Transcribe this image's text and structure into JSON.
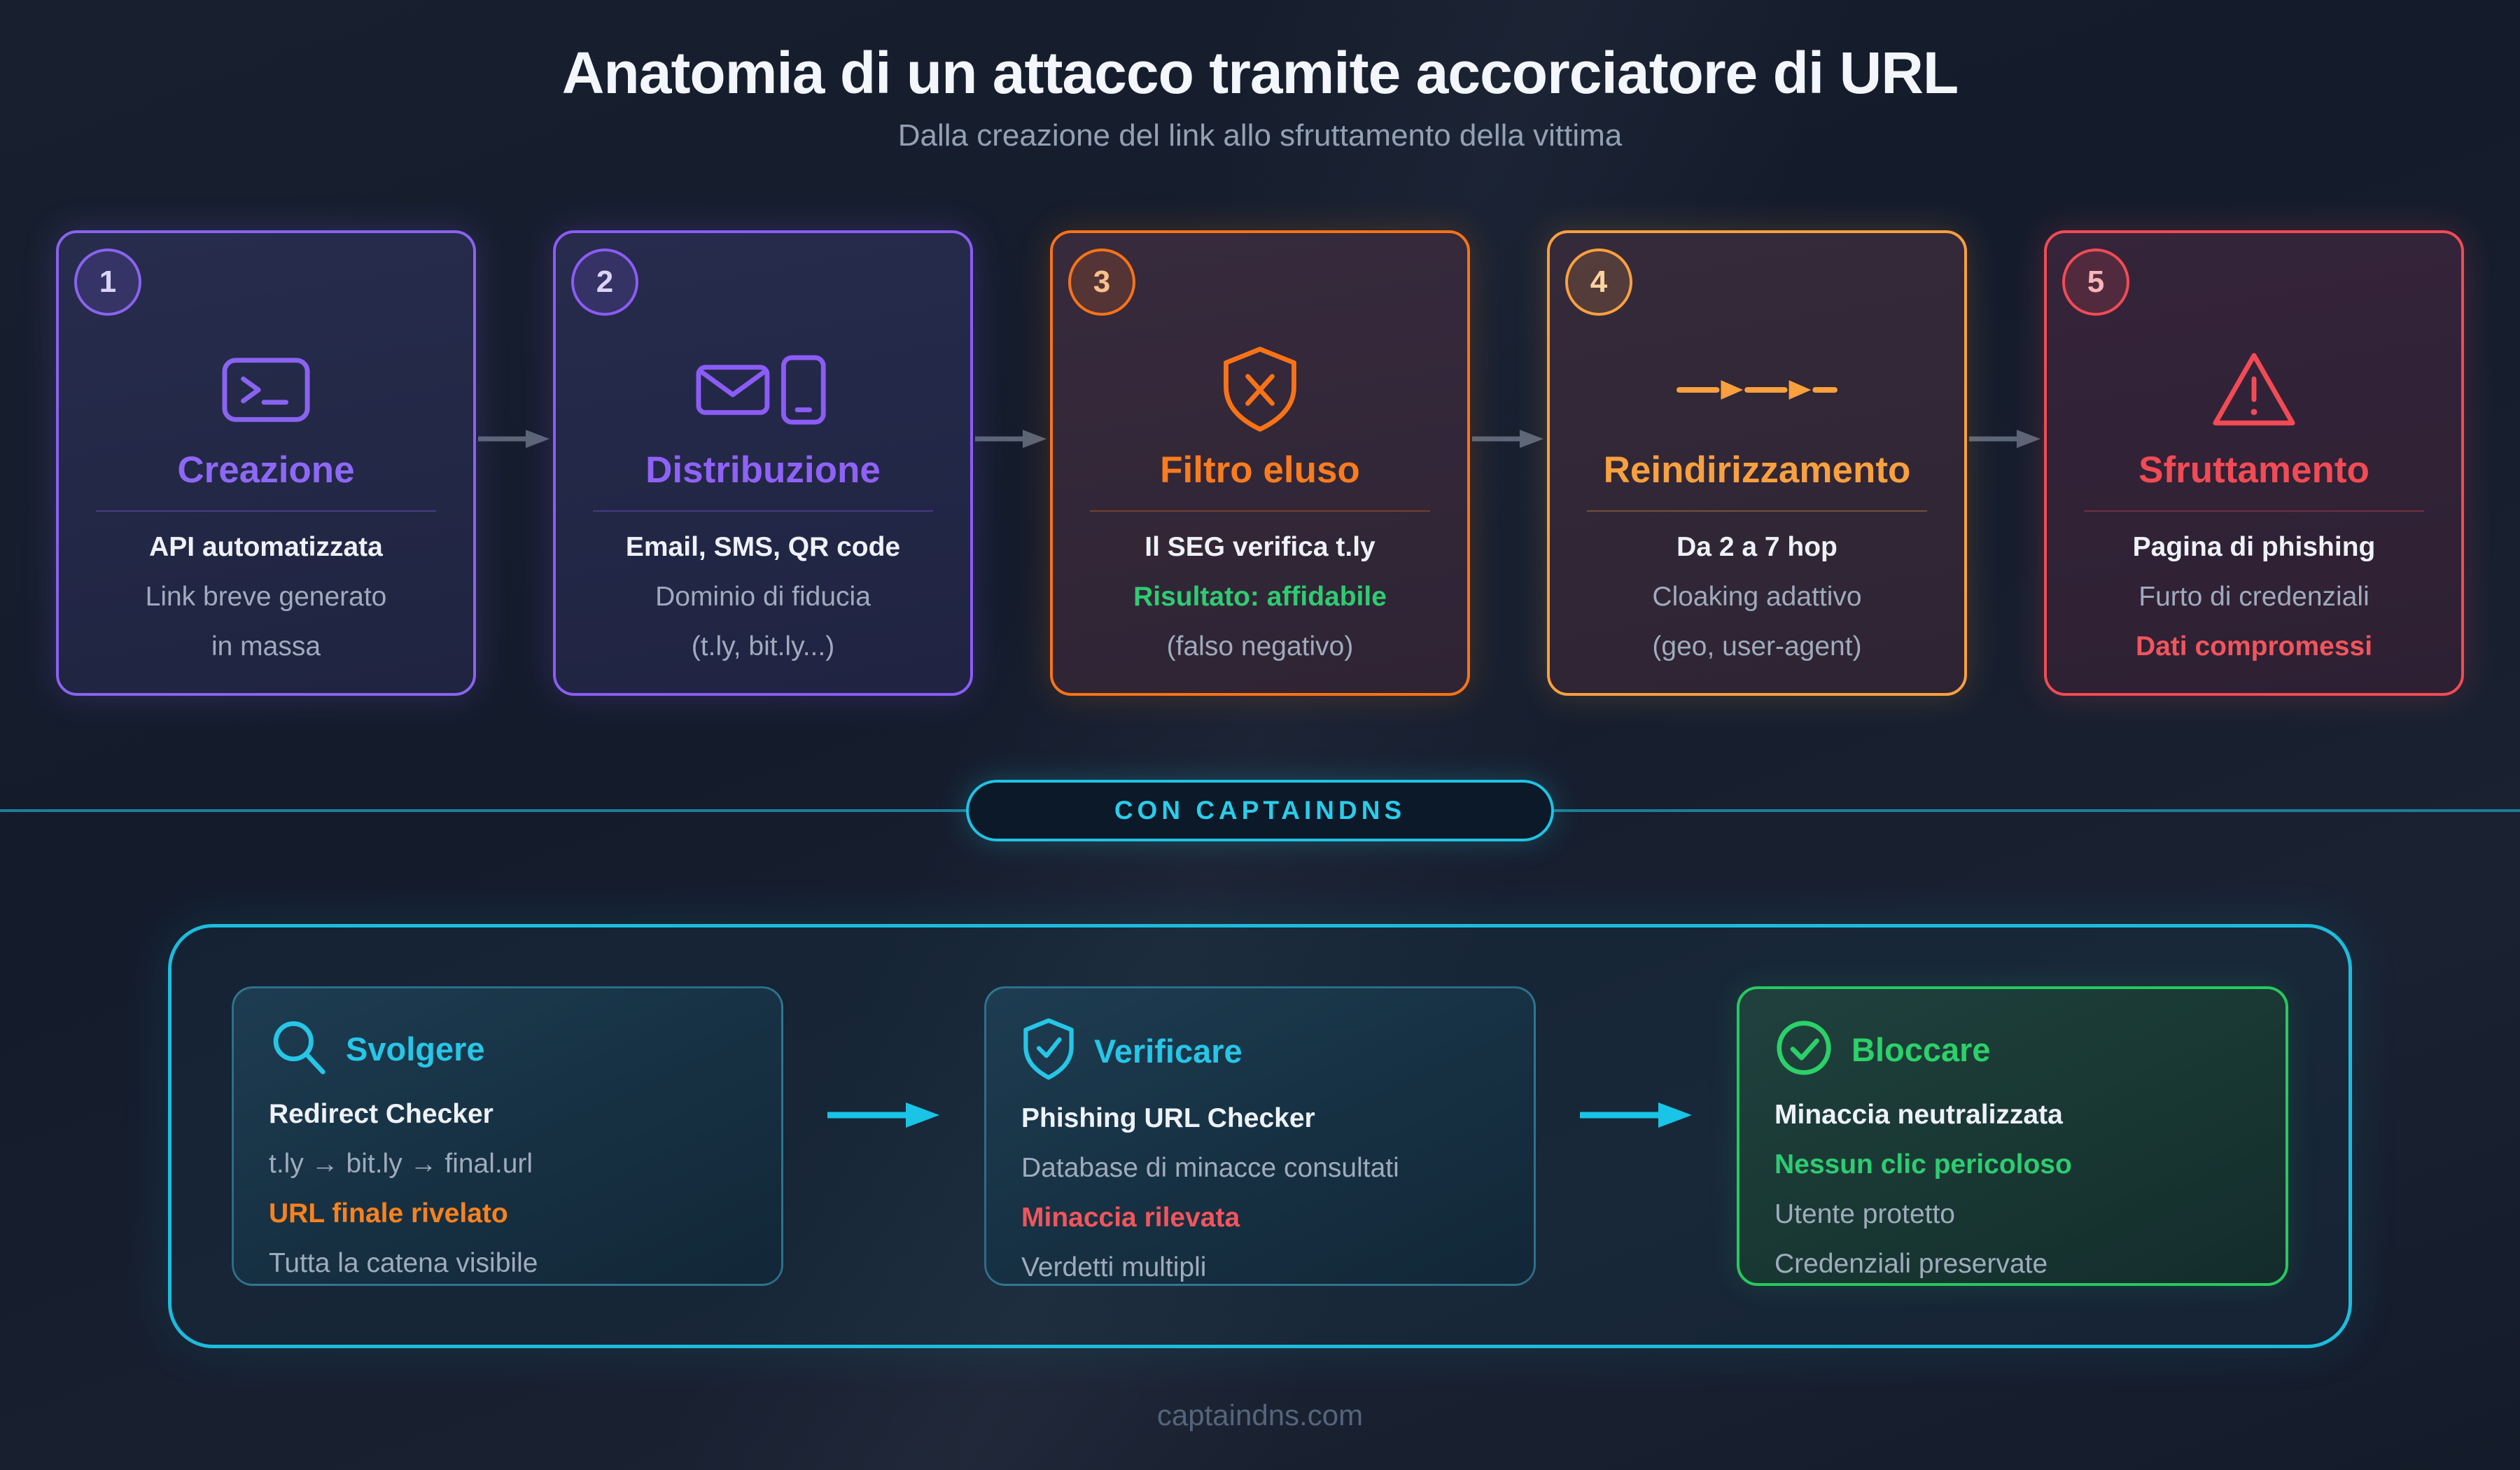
{
  "header": {
    "title": "Anatomia di un attacco tramite accorciatore di URL",
    "subtitle": "Dalla creazione del link allo sfruttamento della vittima"
  },
  "attack_steps": [
    {
      "num": "1",
      "label": "Creazione",
      "icon": "terminal-icon",
      "accent": "#8a63f0",
      "lines": [
        {
          "text": "API automatizzata",
          "tone": "primary"
        },
        {
          "text": "Link breve generato",
          "tone": "muted"
        },
        {
          "text": "in massa",
          "tone": "muted"
        }
      ]
    },
    {
      "num": "2",
      "label": "Distribuzione",
      "icon": "email-phone-icon",
      "accent": "#8b5cf6",
      "lines": [
        {
          "text": "Email, SMS, QR code",
          "tone": "primary"
        },
        {
          "text": "Dominio di fiducia",
          "tone": "muted"
        },
        {
          "text": "(t.ly, bit.ly...)",
          "tone": "muted"
        }
      ]
    },
    {
      "num": "3",
      "label": "Filtro eluso",
      "icon": "shield-x-icon",
      "accent": "#f97316",
      "lines": [
        {
          "text": "Il SEG verifica t.ly",
          "tone": "primary"
        },
        {
          "text": "Risultato: affidabile",
          "tone": "green"
        },
        {
          "text": "(falso negativo)",
          "tone": "muted"
        }
      ]
    },
    {
      "num": "4",
      "label": "Reindirizzamento",
      "icon": "redirect-hops-icon",
      "accent": "#f9a03f",
      "lines": [
        {
          "text": "Da 2 a 7 hop",
          "tone": "primary"
        },
        {
          "text": "Cloaking adattivo",
          "tone": "muted"
        },
        {
          "text": "(geo, user-agent)",
          "tone": "muted"
        }
      ]
    },
    {
      "num": "5",
      "label": "Sfruttamento",
      "icon": "warning-triangle-icon",
      "accent": "#f24b55",
      "lines": [
        {
          "text": "Pagina di phishing",
          "tone": "primary"
        },
        {
          "text": "Furto di credenziali",
          "tone": "muted"
        },
        {
          "text": "Dati compromessi",
          "tone": "red"
        }
      ]
    }
  ],
  "divider": {
    "label": "CON CAPTAINDNS"
  },
  "solution_steps": [
    {
      "label": "Svolgere",
      "icon": "search-icon",
      "accent": "#26c6e7",
      "lines": [
        {
          "text": "Redirect Checker",
          "tone": "primary"
        },
        {
          "text": "t.ly → bit.ly → final.url",
          "tone": "muted"
        },
        {
          "text": "URL finale rivelato",
          "tone": "orange"
        },
        {
          "text": "Tutta la catena visibile",
          "tone": "muted"
        }
      ]
    },
    {
      "label": "Verificare",
      "icon": "shield-check-icon",
      "accent": "#26c6e7",
      "lines": [
        {
          "text": "Phishing URL Checker",
          "tone": "primary"
        },
        {
          "text": "Database di minacce consultati",
          "tone": "muted"
        },
        {
          "text": "Minaccia rilevata",
          "tone": "red"
        },
        {
          "text": "Verdetti multipli",
          "tone": "muted"
        }
      ]
    },
    {
      "label": "Bloccare",
      "icon": "check-circle-icon",
      "accent": "#27c95e",
      "lines": [
        {
          "text": "Minaccia neutralizzata",
          "tone": "primary"
        },
        {
          "text": "Nessun clic pericoloso",
          "tone": "green"
        },
        {
          "text": "Utente protetto",
          "tone": "muted"
        },
        {
          "text": "Credenziali preservate",
          "tone": "muted"
        }
      ]
    }
  ],
  "footer": {
    "site": "captaindns.com"
  },
  "palette": {
    "background": "#141c2c",
    "violet": "#8a63f0",
    "violet2": "#8b5cf6",
    "orange": "#f97316",
    "amber": "#f9a03f",
    "red": "#f24b55",
    "cyan": "#1fc3e4",
    "green": "#27c95e",
    "text_primary": "#eef2f8",
    "text_muted": "#9fabbd",
    "divider_line": "#1d7e98",
    "footer_text": "#55657b"
  }
}
